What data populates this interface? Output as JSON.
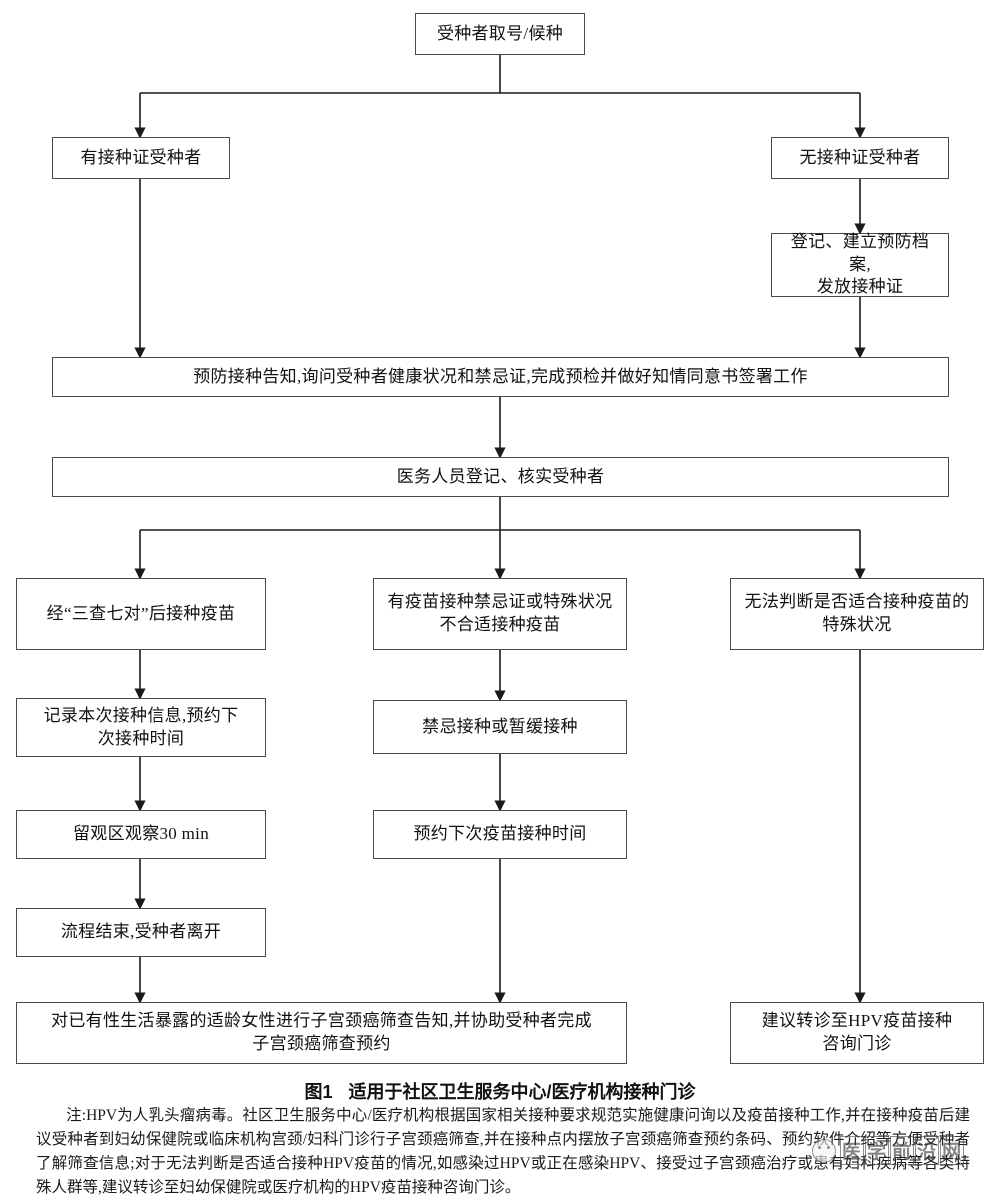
{
  "figure": {
    "caption_number": "图1",
    "caption_text": "适用于社区卫生服务中心/医疗机构接种门诊",
    "note_label": "注:",
    "note_text": "HPV为人乳头瘤病毒。社区卫生服务中心/医疗机构根据国家相关接种要求规范实施健康问询以及疫苗接种工作,并在接种疫苗后建议受种者到妇幼保健院或临床机构宫颈/妇科门诊行子宫颈癌筛查,并在接种点内摆放子宫颈癌筛查预约条码、预约软件介绍等方便受种者了解筛查信息;对于无法判断是否适合接种HPV疫苗的情况,如感染过HPV或正在感染HPV、接受过子宫颈癌治疗或患有妇科疾病等各类特殊人群等,建议转诊至妇幼保健院或医疗机构的HPV疫苗接种咨询门诊。"
  },
  "watermark": {
    "text": "医学前沿网",
    "logo_name": "cat-face-logo"
  },
  "colors": {
    "box_border": "#4a4a4a",
    "connector": "#1a1a1a",
    "background": "#ffffff",
    "text": "#111111"
  },
  "nodes": [
    {
      "id": "start",
      "label": "受种者取号/候种"
    },
    {
      "id": "has-cert",
      "label": "有接种证受种者"
    },
    {
      "id": "no-cert",
      "label": "无接种证受种者"
    },
    {
      "id": "register-cert",
      "label": "登记、建立预防档案,\n发放接种证"
    },
    {
      "id": "inform-consent",
      "label": "预防接种告知,询问受种者健康状况和禁忌证,完成预检并做好知情同意书签署工作"
    },
    {
      "id": "staff-verify",
      "label": "医务人员登记、核实受种者"
    },
    {
      "id": "vaccinate",
      "label": "经“三查七对”后接种疫苗"
    },
    {
      "id": "contraindication",
      "label": "有疫苗接种禁忌证或特殊状况\n不合适接种疫苗"
    },
    {
      "id": "undetermined",
      "label": "无法判断是否适合接种疫苗的\n特殊状况"
    },
    {
      "id": "record-next",
      "label": "记录本次接种信息,预约下\n次接种时间"
    },
    {
      "id": "defer",
      "label": "禁忌接种或暂缓接种"
    },
    {
      "id": "observe-30",
      "label": "留观区观察30 min"
    },
    {
      "id": "book-next-dose",
      "label": "预约下次疫苗接种时间"
    },
    {
      "id": "process-end",
      "label": "流程结束,受种者离开"
    },
    {
      "id": "cervical-screen",
      "label": "对已有性生活暴露的适龄女性进行子宫颈癌筛查告知,并协助受种者完成\n子宫颈癌筛查预约"
    },
    {
      "id": "refer-clinic",
      "label": "建议转诊至HPV疫苗接种\n咨询门诊"
    }
  ]
}
